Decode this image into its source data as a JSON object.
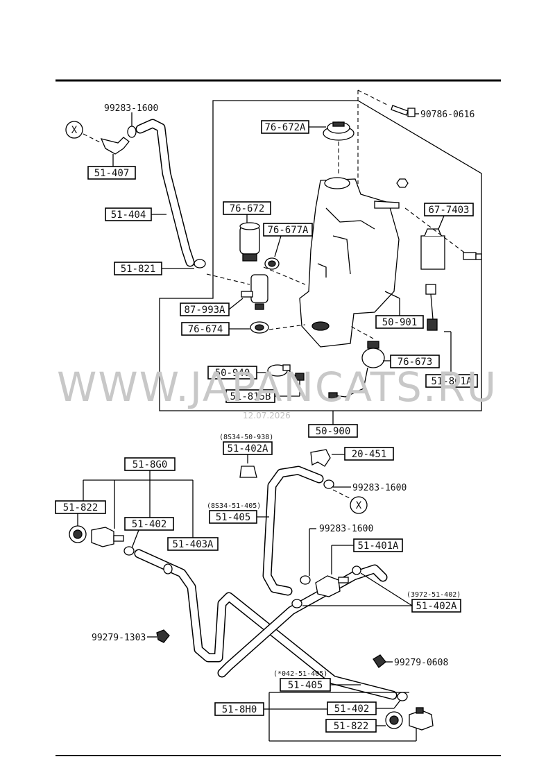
{
  "watermark": {
    "text": "WWW.JAPANCATS.RU",
    "date": "12.07.2026"
  },
  "x_marker": "X",
  "labels": {
    "p_99283_1600_top": "99283-1600",
    "p_51_407": "51-407",
    "p_51_404": "51-404",
    "p_51_821": "51-821",
    "p_76_672A": "76-672A",
    "p_90786_0616": "90786-0616",
    "p_76_672": "76-672",
    "p_76_677A": "76-677A",
    "p_67_7403": "67-7403",
    "p_87_993A": "87-993A",
    "p_76_674": "76-674",
    "p_50_901": "50-901",
    "p_76_673": "76-673",
    "p_51_801A": "51-801A",
    "p_50_940": "50-940",
    "p_51_815B": "51-815B",
    "p_50_900": "50-900",
    "p_51_402A_top_note": "(8S34-50-938)",
    "p_51_402A_top": "51-402A",
    "p_20_451": "20-451",
    "p_99283_1600_mid": "99283-1600",
    "p_51_8G0": "51-8G0",
    "p_51_822_top": "51-822",
    "p_51_405_note": "(8S34-51-405)",
    "p_51_405_top": "51-405",
    "p_51_402_top": "51-402",
    "p_51_403A": "51-403A",
    "p_99283_1600_low": "99283-1600",
    "p_51_401A": "51-401A",
    "p_51_402A_mid_note": "(3972-51-402)",
    "p_51_402A_mid": "51-402A",
    "p_99279_1303": "99279-1303",
    "p_99279_0608": "99279-0608",
    "p_51_405_low_note": "(*042-51-405)",
    "p_51_405_low": "51-405",
    "p_51_8H0": "51-8H0",
    "p_51_402_low": "51-402",
    "p_51_822_low": "51-822"
  }
}
